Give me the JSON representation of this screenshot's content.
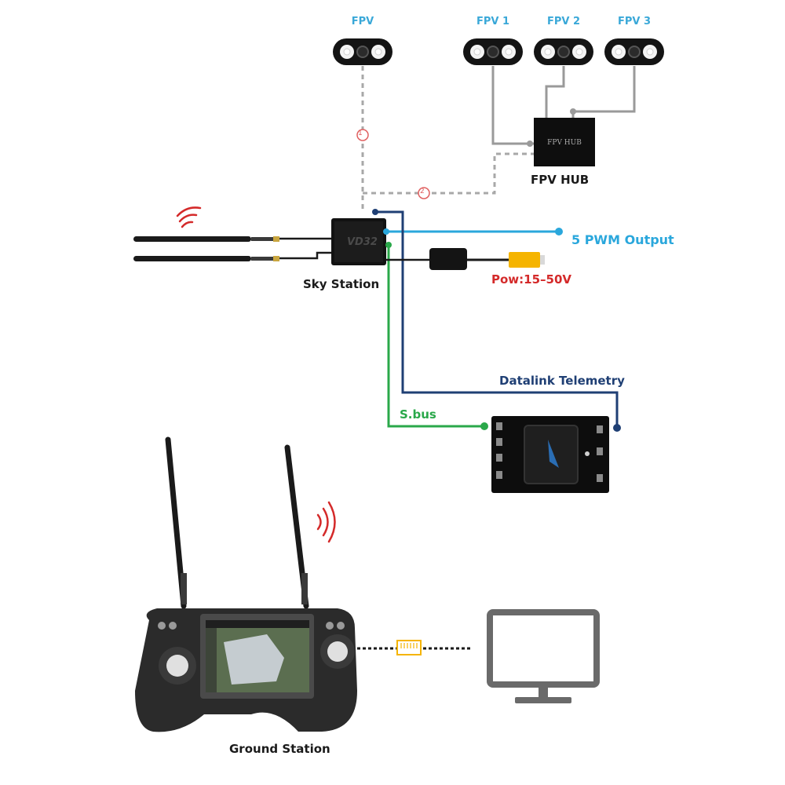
{
  "cameras": {
    "fpv": "FPV",
    "fpv1": "FPV 1",
    "fpv2": "FPV 2",
    "fpv3": "FPV 3"
  },
  "hub": {
    "label": "FPV HUB",
    "device_text": "FPV HUB"
  },
  "sky_station": {
    "label": "Sky Station",
    "device_text": "VD32"
  },
  "connections": {
    "path1_marker": "1",
    "path2_marker": "2",
    "pwm_output": "5 PWM Output",
    "power": "Pow:15–50V",
    "datalink": "Datalink Telemetry",
    "sbus": "S.bus"
  },
  "ground_station": {
    "label": "Ground Station"
  },
  "colors": {
    "pwm_line": "#2aa7dc",
    "telemetry_line": "#1f3f74",
    "sbus_line": "#2aa84a",
    "video_line": "#9a9a9a",
    "power_text": "#d42a2a",
    "signal_waves": "#d42a2a",
    "power_connector": "#f5b400"
  }
}
